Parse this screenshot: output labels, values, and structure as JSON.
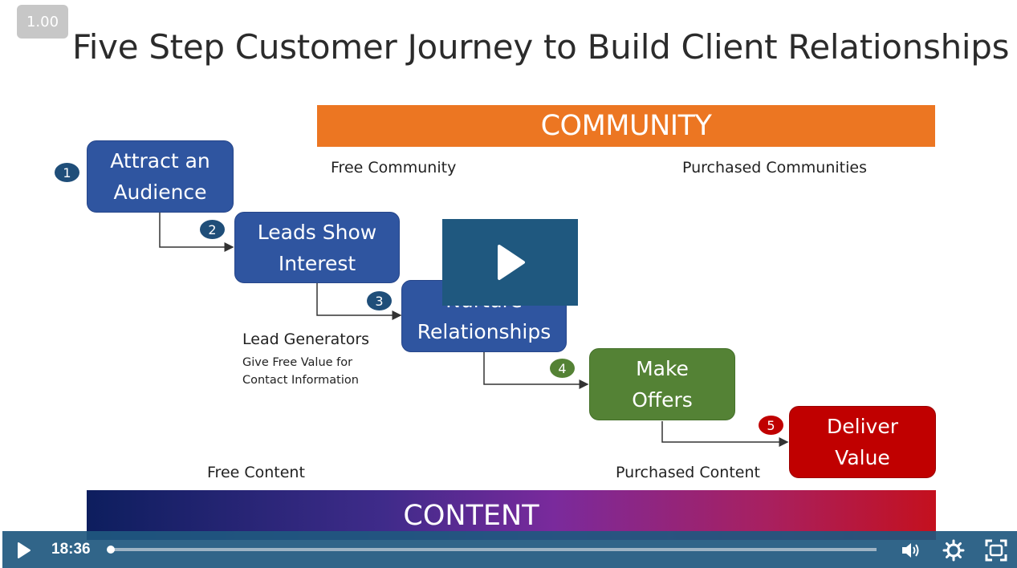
{
  "player": {
    "speed": "1.00",
    "current_time": "18:36",
    "progress_fraction": 0.003
  },
  "slide": {
    "title": "Five Step Customer Journey to Build Client Relationships",
    "community_bar": "COMMUNITY",
    "free_community": "Free Community",
    "purchased_communities": "Purchased  Communities",
    "steps": [
      {
        "number": "1",
        "lines": [
          "Attract an",
          "Audience"
        ],
        "color": "#2f55a0"
      },
      {
        "number": "2",
        "lines": [
          "Leads Show",
          "Interest"
        ],
        "color": "#2f55a0"
      },
      {
        "number": "3",
        "lines": [
          "Nurture",
          "Relationships"
        ],
        "color": "#2f55a0"
      },
      {
        "number": "4",
        "lines": [
          "Make",
          "Offers"
        ],
        "color": "#548235"
      },
      {
        "number": "5",
        "lines": [
          "Deliver",
          "Value"
        ],
        "color": "#c00000"
      }
    ],
    "lead_generators_title": "Lead Generators",
    "lead_generators_desc": [
      "Give Free Value for",
      "Contact Information"
    ],
    "free_content": "Free Content",
    "purchased_content": "Purchased Content",
    "content_bar": "CONTENT"
  },
  "icons": {
    "overlay": "play-icon",
    "controls": [
      "play-icon",
      "volume-icon",
      "settings-gear-icon",
      "fullscreen-icon"
    ]
  }
}
